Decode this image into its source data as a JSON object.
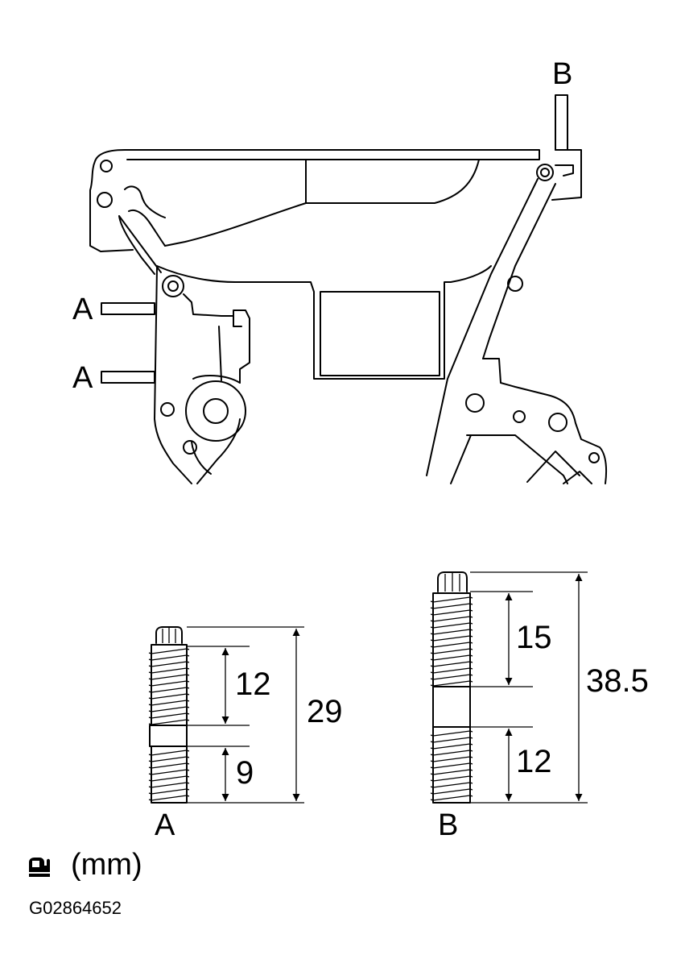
{
  "callouts": {
    "top_b": "B",
    "left_a1": "A",
    "left_a2": "A"
  },
  "stud_a": {
    "label": "A",
    "dim_upper": "12",
    "dim_lower": "9",
    "dim_total": "29"
  },
  "stud_b": {
    "label": "B",
    "dim_upper": "15",
    "dim_lower": "12",
    "dim_total": "38.5"
  },
  "footer": {
    "unit_icon": "hand-icon",
    "unit_text": "(mm)",
    "figure_code": "G02864652"
  }
}
